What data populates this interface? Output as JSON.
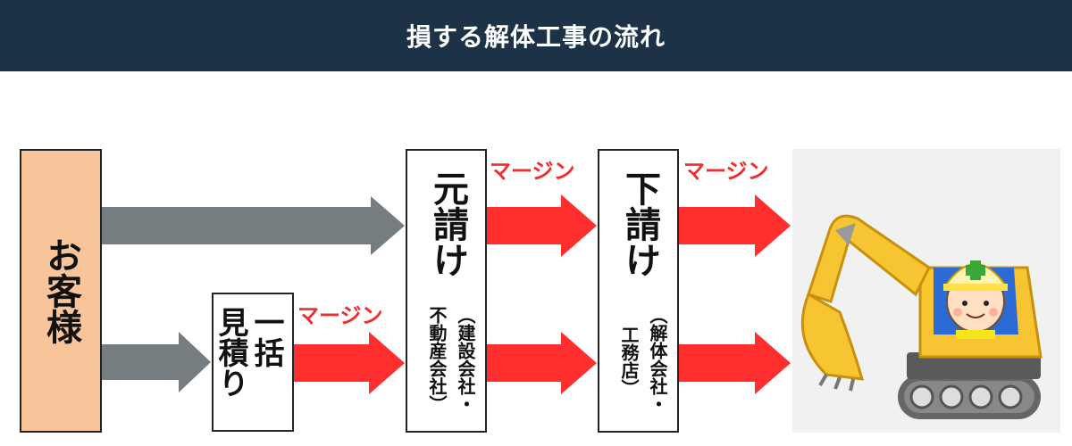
{
  "header": {
    "title": "損する解体工事の流れ"
  },
  "customer": {
    "label": "お客様"
  },
  "estimate": {
    "col1": "一括",
    "col2": "見積り"
  },
  "general_contractor": {
    "label": "元請け",
    "note_line1": "（建設会社・",
    "note_line2": "不動産会社）"
  },
  "subcontractor": {
    "label": "下請け",
    "note_line1": "（解体会社・",
    "note_line2": "工務店）"
  },
  "margins": [
    "マージン",
    "マージン",
    "マージン"
  ],
  "illustration": {
    "subject": "excavator-with-worker"
  },
  "colors": {
    "header_bg": "#1c3347",
    "gray_arrow": "#757d80",
    "red_arrow": "#ff2f2f",
    "margin_text": "#ee2f2f",
    "customer_bg": "#f8c59a",
    "machine_yellow": "#f7c531"
  }
}
